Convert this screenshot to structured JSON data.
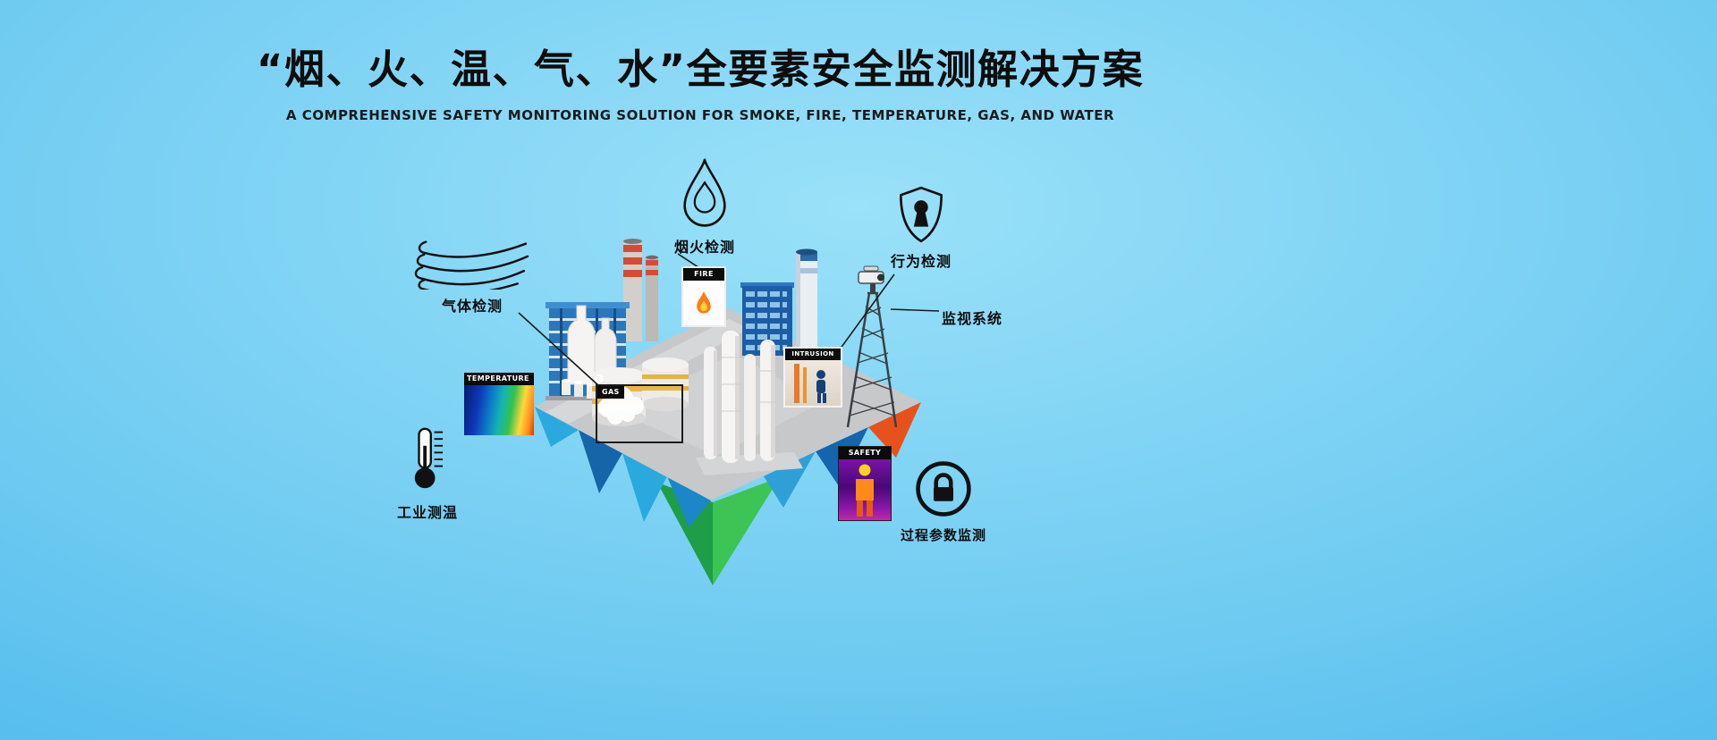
{
  "page": {
    "title": "“烟、火、温、气、水”全要素安全监测解决方案",
    "subtitle": "A COMPREHENSIVE SAFETY MONITORING SOLUTION FOR SMOKE, FIRE, TEMPERATURE, GAS, AND WATER"
  },
  "callouts": {
    "gas": {
      "label": "气体检测",
      "icon": "gas-waves-icon"
    },
    "smoke_fire": {
      "label": "烟火检测",
      "icon": "flame-icon"
    },
    "behavior": {
      "label": "行为检测",
      "icon": "shield-keyhole-icon"
    },
    "surveillance": {
      "label": "监视系统",
      "icon": "cctv-camera-icon"
    },
    "temperature": {
      "label": "工业测温",
      "icon": "thermometer-icon"
    },
    "process": {
      "label": "过程参数监测",
      "icon": "lock-circle-icon"
    }
  },
  "insets": {
    "temperature": {
      "label": "TEMPERATURE"
    },
    "fire": {
      "label": "FIRE"
    },
    "gas": {
      "label": "GAS"
    },
    "intrusion": {
      "label": "INTRUSION"
    },
    "safety": {
      "label": "SAFETY"
    }
  },
  "palette": {
    "background_center": "#9ae1f9",
    "background_edge": "#35ace7",
    "facet_orange": "#e7521c",
    "facet_blue": "#1565a8",
    "facet_teal": "#2aa9de",
    "facet_green": "#2db84a",
    "title_color": "#0d0d0d"
  }
}
